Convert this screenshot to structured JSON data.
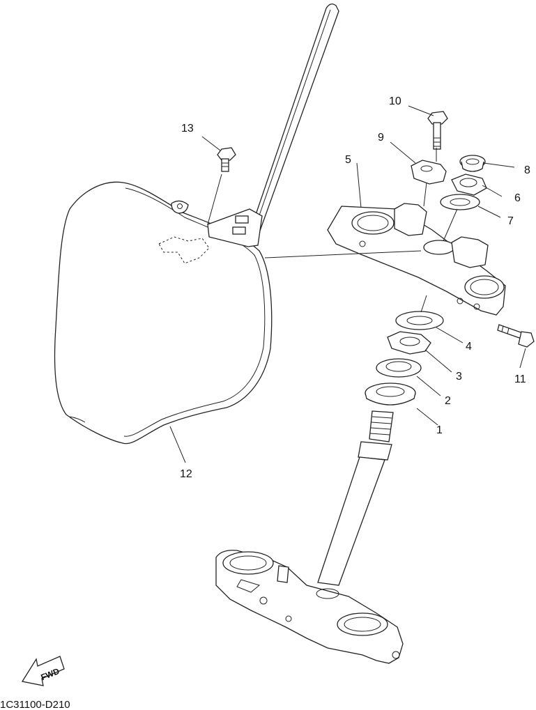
{
  "diagram": {
    "callouts": [
      {
        "id": "1",
        "text": "1"
      },
      {
        "id": "2",
        "text": "2"
      },
      {
        "id": "3",
        "text": "3"
      },
      {
        "id": "4",
        "text": "4"
      },
      {
        "id": "5",
        "text": "5"
      },
      {
        "id": "6",
        "text": "6"
      },
      {
        "id": "7",
        "text": "7"
      },
      {
        "id": "8",
        "text": "8"
      },
      {
        "id": "9",
        "text": "9"
      },
      {
        "id": "10",
        "text": "10"
      },
      {
        "id": "11",
        "text": "11"
      },
      {
        "id": "12",
        "text": "12"
      },
      {
        "id": "13",
        "text": "13"
      }
    ],
    "fwd_label": "FWD",
    "drawing_code": "1C31100-D210"
  }
}
